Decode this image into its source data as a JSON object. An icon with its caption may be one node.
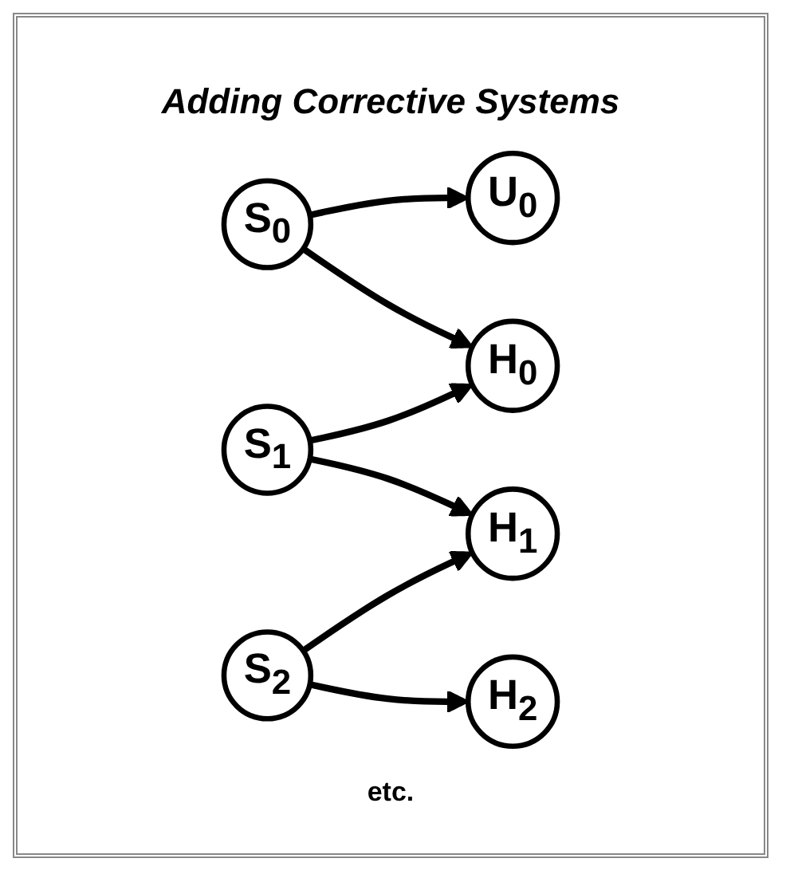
{
  "diagram": {
    "title": "Adding Corrective Systems",
    "nodes": [
      {
        "text": [
          "U$_{0}$"
        ]
      },
      {
        "text": [
          "S$_{0}$"
        ]
      },
      {
        "text": [
          "H$_{0}$"
        ]
      },
      {
        "text": [
          "S$_{1}$"
        ]
      },
      {
        "text": [
          "H$_{1}$"
        ]
      },
      {
        "text": [
          "S$_{2}$"
        ]
      },
      {
        "text": [
          "H$_{2}$"
        ]
      }
    ],
    "edges": [
      {
        "from": 1,
        "to": 0,
        "arrow": "to"
      },
      {
        "from": 1,
        "to": 2,
        "arrow": "to"
      },
      {
        "from": 3,
        "to": 2,
        "arrow": "to"
      },
      {
        "from": 3,
        "to": 4,
        "arrow": "to"
      },
      {
        "from": 5,
        "to": 4,
        "arrow": "to"
      },
      {
        "from": 5,
        "to": 6,
        "arrow": "to"
      }
    ],
    "labels": [
      "etc."
    ]
  }
}
